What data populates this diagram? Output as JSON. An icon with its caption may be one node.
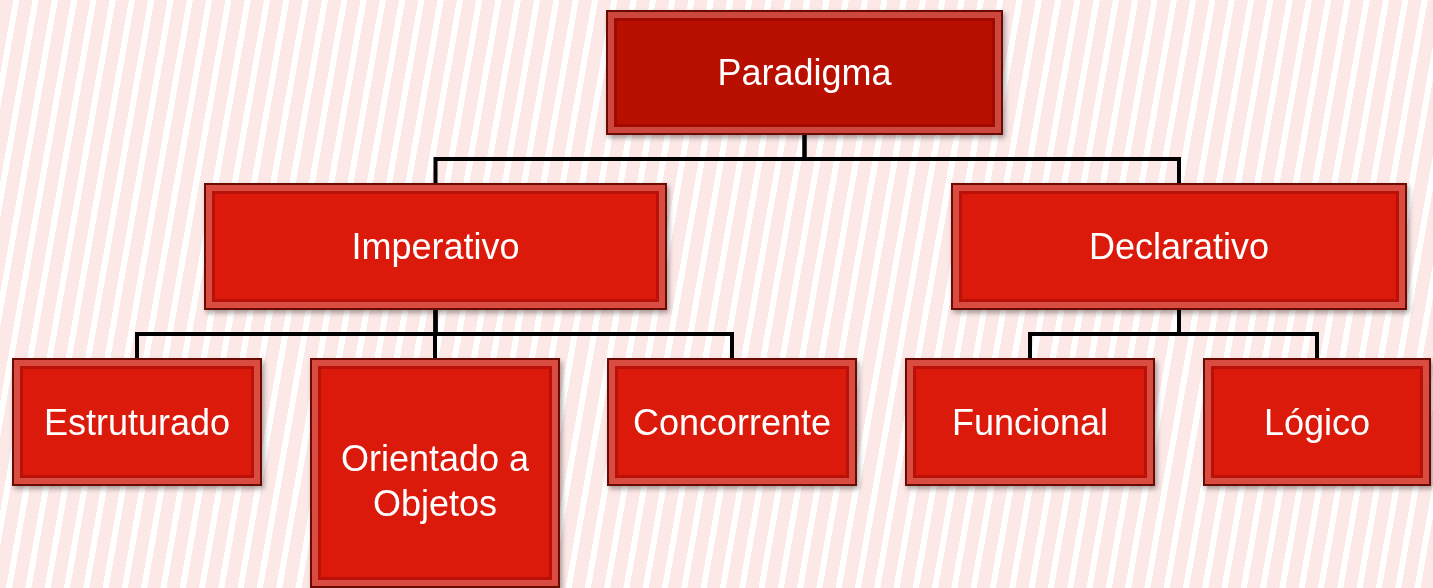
{
  "diagram": {
    "nodes": [
      {
        "text": [
          "Paradigma"
        ]
      },
      {
        "text": [
          "Imperativo"
        ]
      },
      {
        "text": [
          "Declarativo"
        ]
      },
      {
        "text": [
          "Estruturado"
        ]
      },
      {
        "text": [
          "Orientado a Objetos"
        ]
      },
      {
        "text": [
          "Concorrente"
        ]
      },
      {
        "text": [
          "Funcional"
        ]
      },
      {
        "text": [
          "Lógico"
        ]
      }
    ],
    "edges": [
      {
        "from": 0,
        "to": 1,
        "arrow": "none"
      },
      {
        "from": 0,
        "to": 2,
        "arrow": "none"
      },
      {
        "from": 1,
        "to": 3,
        "arrow": "none"
      },
      {
        "from": 1,
        "to": 4,
        "arrow": "none"
      },
      {
        "from": 1,
        "to": 5,
        "arrow": "none"
      },
      {
        "from": 2,
        "to": 6,
        "arrow": "none"
      },
      {
        "from": 2,
        "to": 7,
        "arrow": "none"
      }
    ]
  }
}
